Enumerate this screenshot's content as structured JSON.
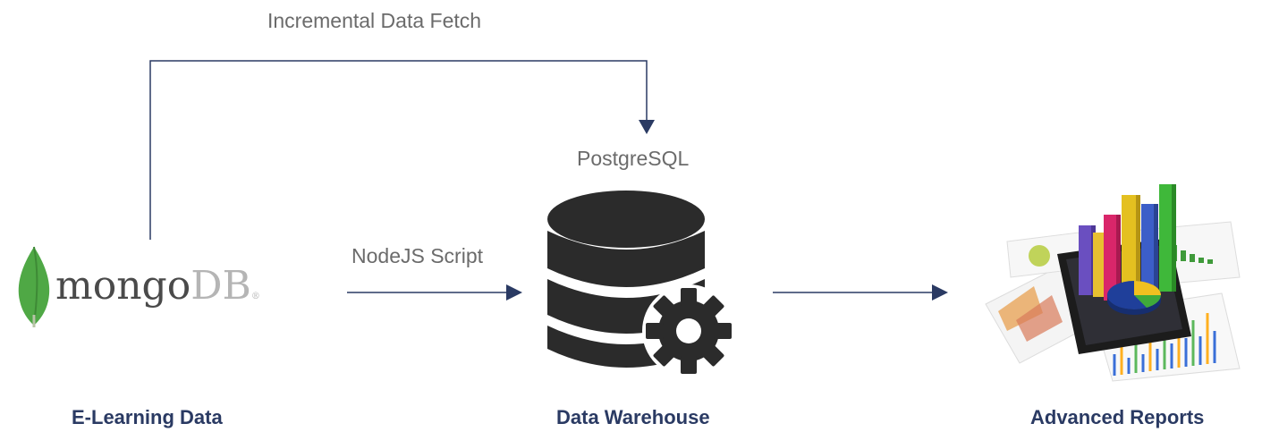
{
  "flow": {
    "fetch_label": "Incremental Data Fetch",
    "script_label": "NodeJS Script",
    "db_label": "PostgreSQL"
  },
  "nodes": {
    "source": {
      "logo_wordmark": "mongo",
      "logo_wordmark_suffix": "DB",
      "caption": "E-Learning Data"
    },
    "warehouse": {
      "caption": "Data Warehouse"
    },
    "reports": {
      "caption": "Advanced Reports"
    }
  },
  "colors": {
    "arrow": "#2a3a63",
    "caption": "#2a3a63",
    "label": "#6b6b6b",
    "db_icon": "#2b2b2b",
    "mongo_leaf": "#4fa845"
  },
  "icons": {
    "db": "database-gear-icon",
    "mongo": "mongodb-leaf-icon",
    "reports": "tablet-charts-icon"
  }
}
